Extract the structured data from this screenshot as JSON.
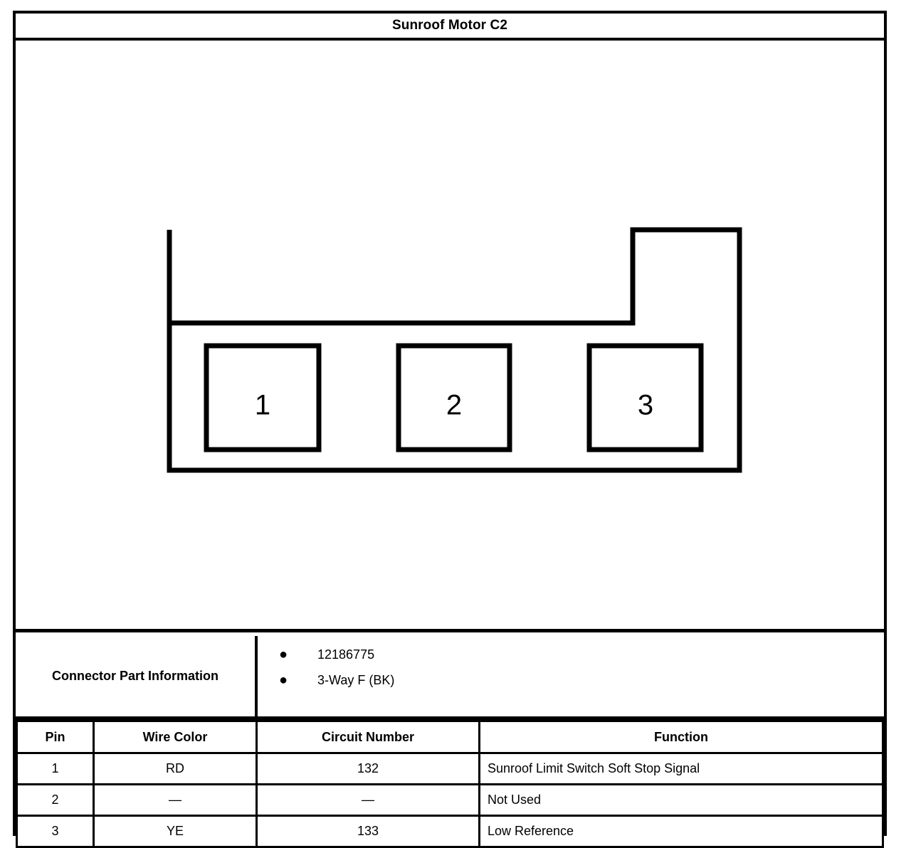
{
  "header": {
    "title": "Sunroof Motor C2"
  },
  "diagram": {
    "name": "connector-face-view",
    "cavities": [
      {
        "label": "1"
      },
      {
        "label": "2"
      },
      {
        "label": "3"
      }
    ]
  },
  "connector_part_information": {
    "label": "Connector Part Information",
    "bullet_glyph": "●",
    "items": [
      "12186775",
      "3-Way F (BK)"
    ]
  },
  "pin_table": {
    "headers": {
      "pin": "Pin",
      "wire_color": "Wire Color",
      "circuit_number": "Circuit Number",
      "function": "Function"
    },
    "rows": [
      {
        "pin": "1",
        "wire_color": "RD",
        "circuit_number": "132",
        "function": "Sunroof Limit Switch Soft Stop Signal"
      },
      {
        "pin": "2",
        "wire_color": "—",
        "circuit_number": "—",
        "function": "Not Used"
      },
      {
        "pin": "3",
        "wire_color": "YE",
        "circuit_number": "133",
        "function": "Low Reference"
      }
    ]
  },
  "colors": {
    "ink": "#000000",
    "paper": "#ffffff"
  }
}
